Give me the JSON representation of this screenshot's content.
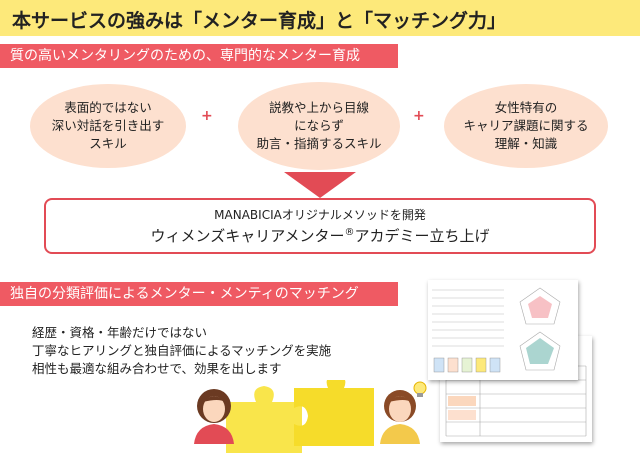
{
  "title": "本サービスの強みは「メンター育成」と「マッチング力」",
  "section1": {
    "heading": "質の高いメンタリングのための、専門的なメンター育成",
    "skills": [
      "表面的ではない\n深い対話を引き出す\nスキル",
      "説教や上から目線\nにならず\n助言・指摘するスキル",
      "女性特有の\nキャリア課題に関する\n理解・知識"
    ],
    "plus": "+",
    "method_line1": "MANABICIAオリジナルメソッドを開発",
    "method_line2": "ウィメンズキャリアメンター",
    "method_reg": "®",
    "method_line3": "アカデミー立ち上げ"
  },
  "section2": {
    "heading": "独自の分類評価によるメンター・メンティのマッチング",
    "lines": [
      "経歴・資格・年齢だけではない",
      "丁寧なヒアリングと独自評価によるマッチングを実施",
      "相性も最適な組み合わせで、効果を出します"
    ]
  },
  "colors": {
    "title_bg": "#fde97a",
    "band": "#ef5a63",
    "bubble": "#fde0cf",
    "accent": "#e24b55",
    "puzzle": "#f9e54b"
  }
}
